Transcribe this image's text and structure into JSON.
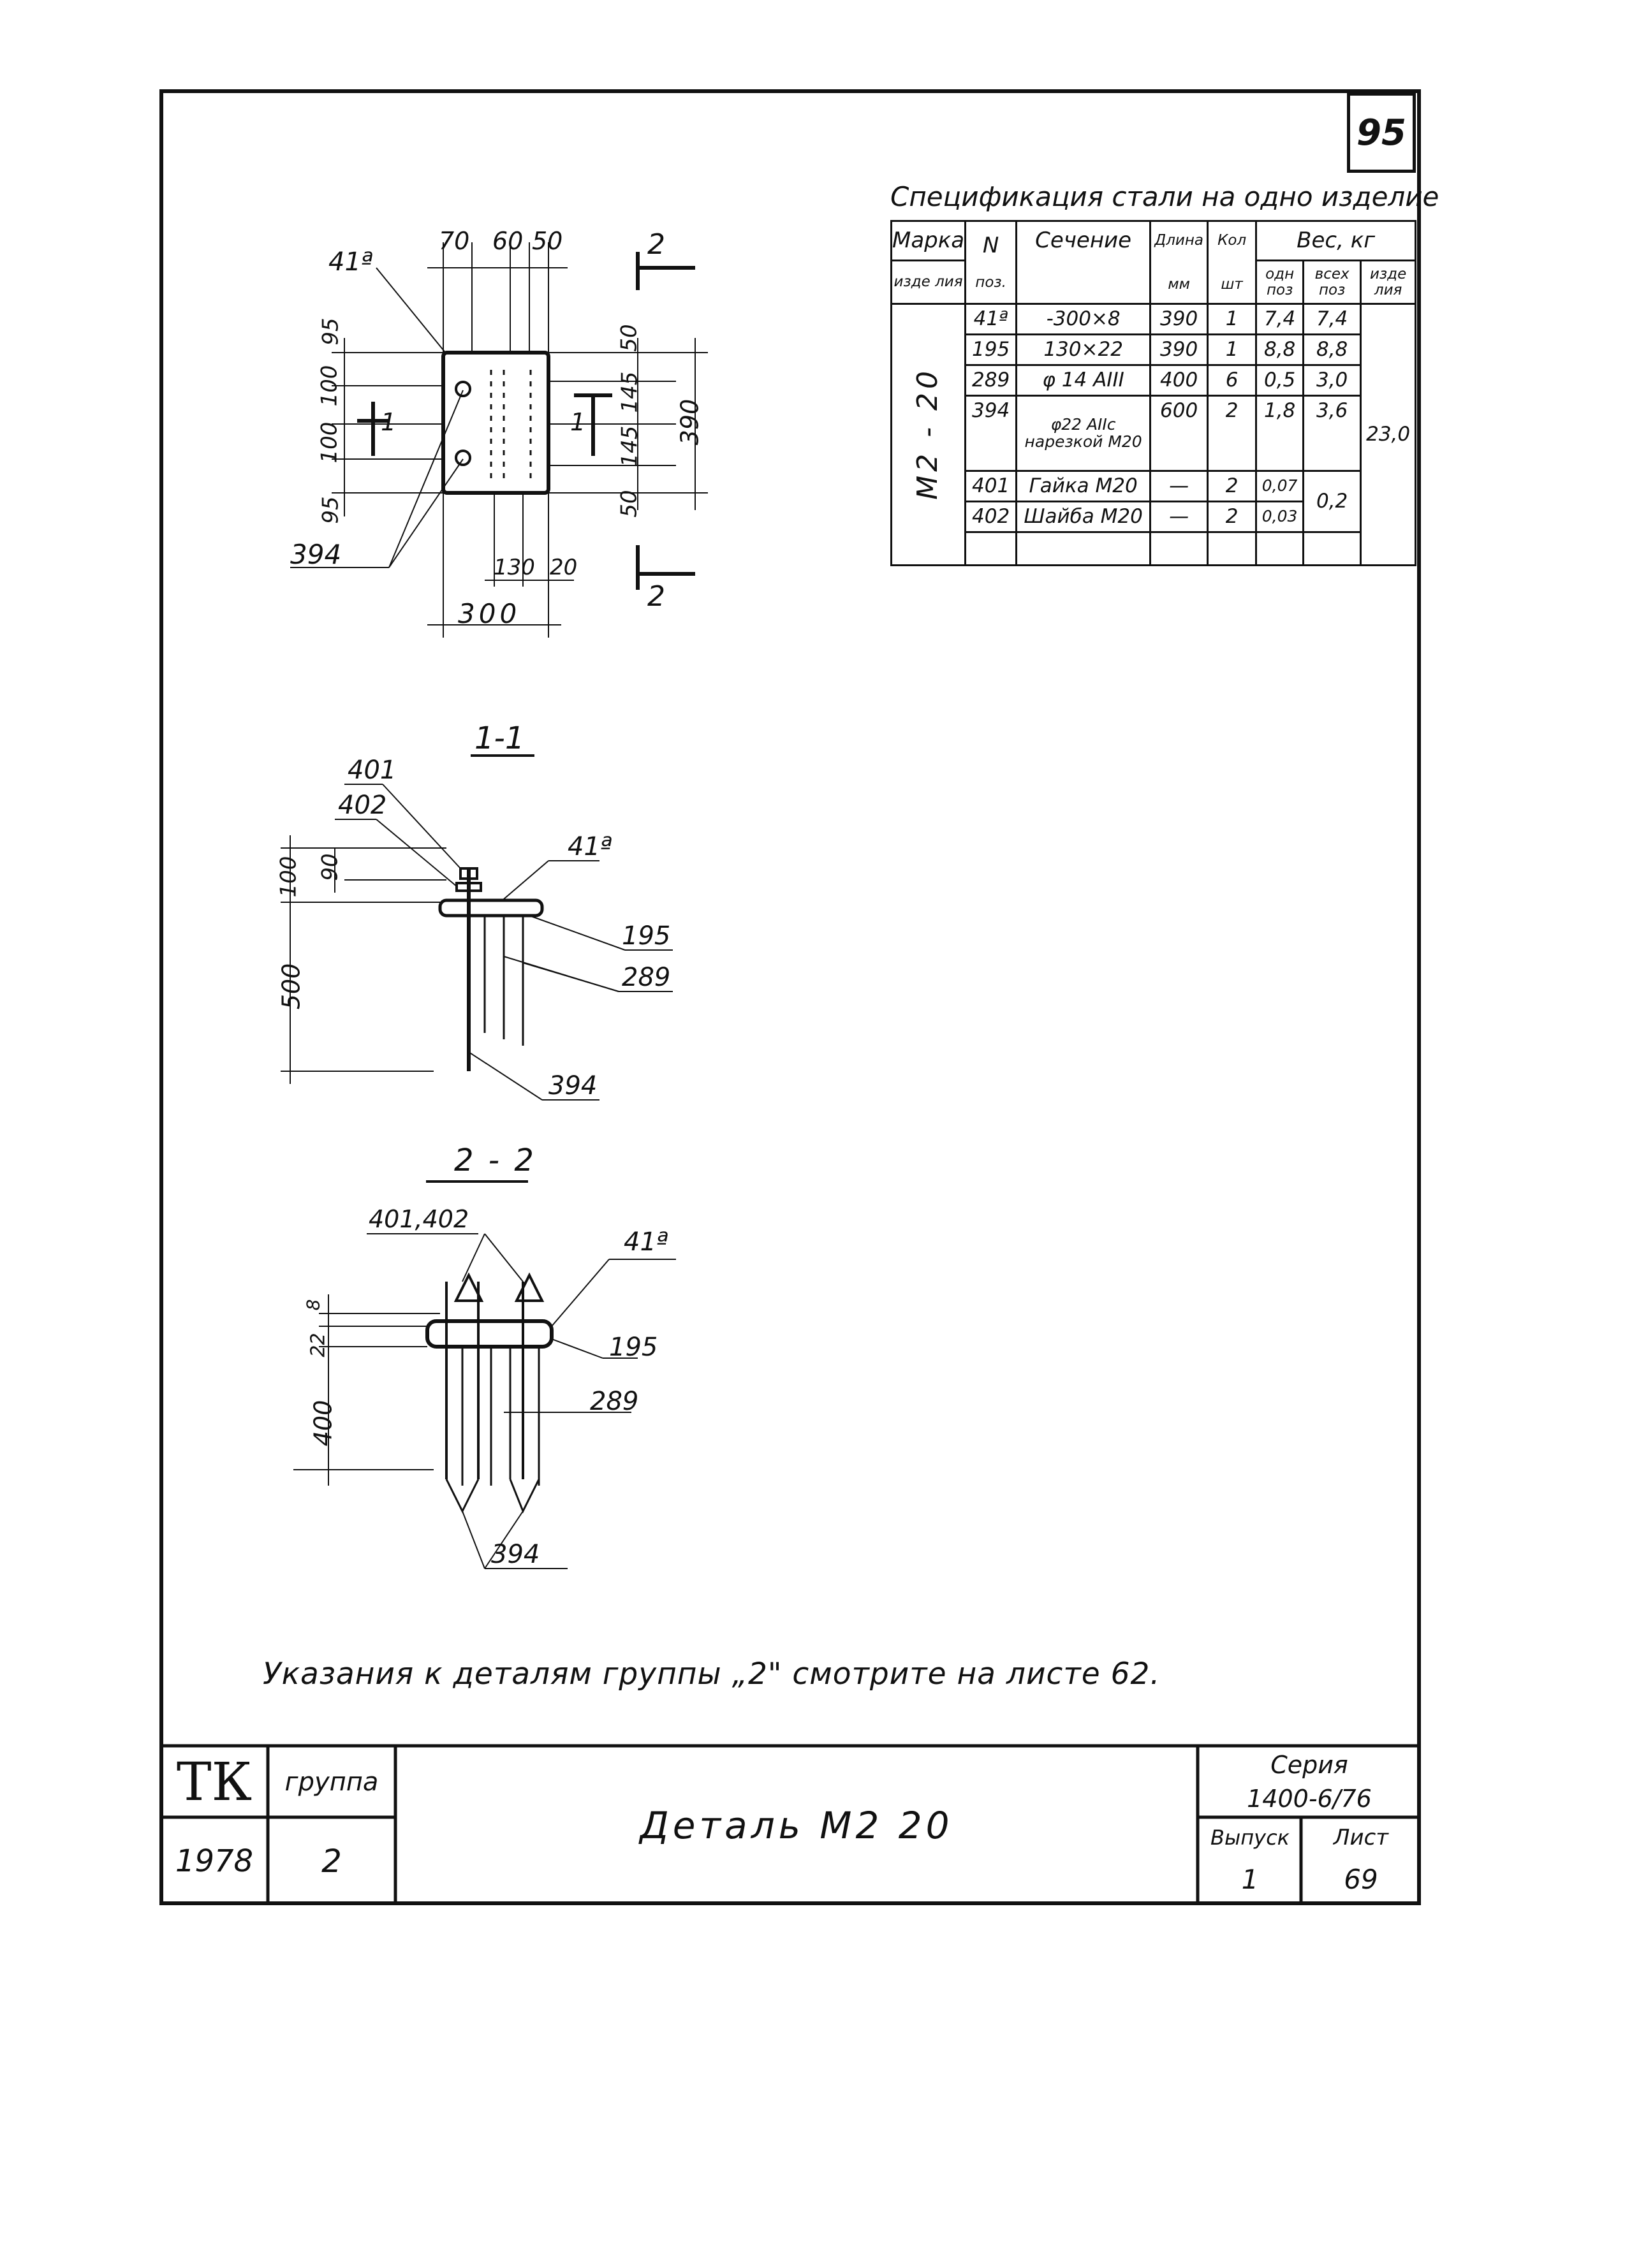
{
  "sheet_number": "95",
  "spec": {
    "title": "Спецификация стали на одно изделие",
    "headers": {
      "marka": "Марка",
      "marka_sub": "изде лия",
      "n": "N",
      "n_sub": "поз.",
      "sechenie": "Сечение",
      "dlina": "Длина",
      "dlina_sub": "мм",
      "kol": "Кол",
      "kol_sub": "шт",
      "ves": "Вес, кг",
      "ves_odn": "одн поз",
      "ves_vseh": "всех поз",
      "ves_izd": "изде лия"
    },
    "mark": "М2 - 20",
    "total": "23,0",
    "rows": [
      {
        "n": "41ª",
        "sec": "-300×8",
        "len": "390",
        "qty": "1",
        "w1": "7,4",
        "wall": "7,4"
      },
      {
        "n": "195",
        "sec": "130×22",
        "len": "390",
        "qty": "1",
        "w1": "8,8",
        "wall": "8,8"
      },
      {
        "n": "289",
        "sec": "φ 14 AIII",
        "len": "400",
        "qty": "6",
        "w1": "0,5",
        "wall": "3,0"
      },
      {
        "n": "394",
        "sec": "φ22 AIIс нарезкой М20",
        "len": "600",
        "qty": "2",
        "w1": "1,8",
        "wall": "3,6"
      },
      {
        "n": "401",
        "sec": "Гайка М20",
        "len": "—",
        "qty": "2",
        "w1": "0,07",
        "wall": ""
      },
      {
        "n": "402",
        "sec": "Шайба М20",
        "len": "—",
        "qty": "2",
        "w1": "0,03",
        "wall": ""
      }
    ],
    "merged_wall_401_402": "0,2"
  },
  "plan": {
    "dims_top": [
      "70",
      "60",
      "50"
    ],
    "dims_left": [
      "95",
      "100",
      "100",
      "95"
    ],
    "dims_right_inner": [
      "50",
      "145",
      "145",
      "50"
    ],
    "dim_right_total": "390",
    "dims_bottom": [
      "130",
      "20"
    ],
    "dim_bottom_total": "300",
    "label_plate": "41ª",
    "label_bolt": "394",
    "section_1": "1",
    "section_2": "2"
  },
  "sec11": {
    "title": "1-1",
    "labels": [
      "401",
      "402",
      "41ª",
      "195",
      "289",
      "394"
    ],
    "dims": [
      "100",
      "90",
      "500"
    ]
  },
  "sec22": {
    "title": "2 - 2",
    "labels": [
      "401,402",
      "41ª",
      "195",
      "289",
      "394"
    ],
    "dims": [
      "8",
      "22",
      "400"
    ]
  },
  "note": "Указания к деталям группы „2\" смотрите на листе 62.",
  "title_block": {
    "org": "ТК",
    "year": "1978",
    "group_label": "группа",
    "group_value": "2",
    "detail_title": "Деталь М2 20",
    "series_label": "Серия",
    "series_value": "1400-6/76",
    "issue_label": "Выпуск",
    "issue_value": "1",
    "sheet_label": "Лист",
    "sheet_value": "69"
  }
}
